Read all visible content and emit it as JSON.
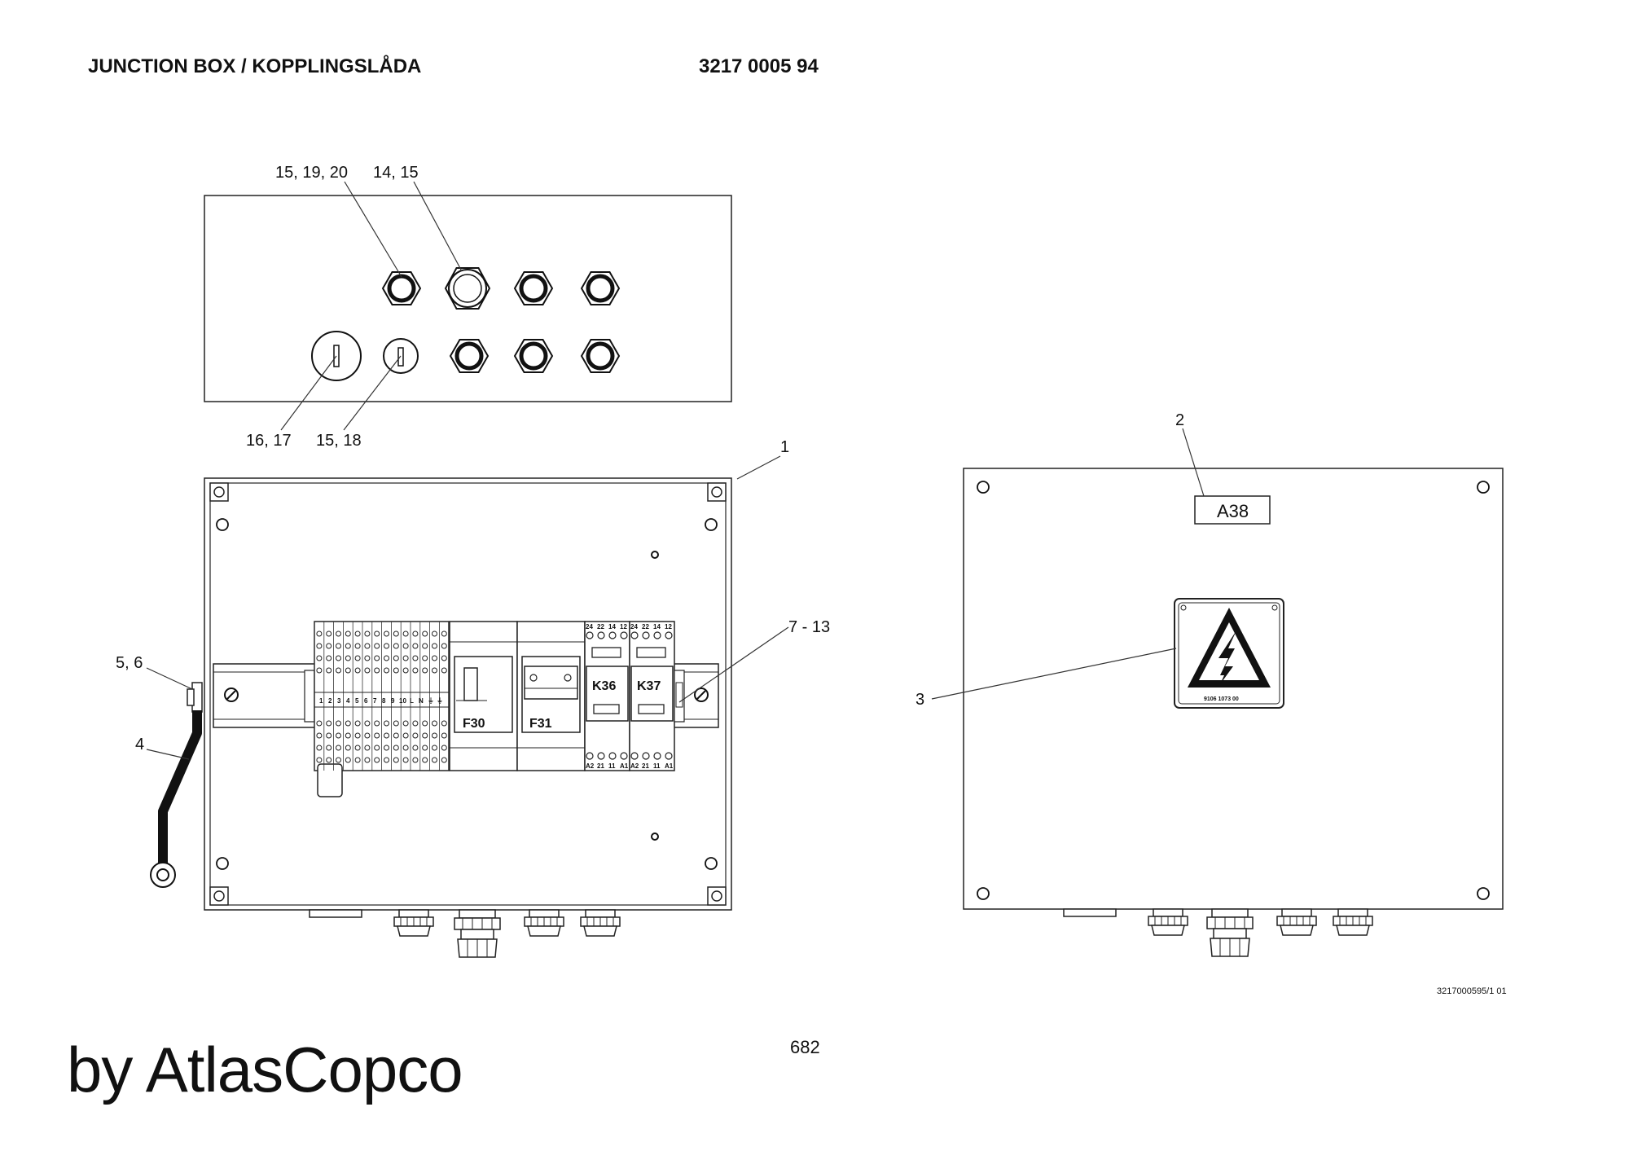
{
  "header": {
    "title": "JUNCTION BOX / KOPPLINGSLÅDA",
    "part_number": "3217 0005 94"
  },
  "callouts": {
    "c1": "1",
    "c2": "2",
    "c3": "3",
    "c4": "4",
    "c5_6": "5, 6",
    "c7_13": "7 - 13",
    "c14_15": "14, 15",
    "c15_18": "15, 18",
    "c15_19_20": "15, 19, 20",
    "c16_17": "16, 17"
  },
  "components": {
    "terminal_numbers": [
      "1",
      "2",
      "3",
      "4",
      "5",
      "6",
      "7",
      "8",
      "9",
      "10",
      "L",
      "N",
      "⏚",
      "⏚"
    ],
    "breaker_f30": "F30",
    "breaker_f31": "F31",
    "contactor_k36": "K36",
    "contactor_k37": "K37",
    "contactor_top_terminals": [
      "24",
      "22",
      "14",
      "12"
    ],
    "contactor_bottom_terminals": [
      "A2",
      "21",
      "11",
      "A1"
    ]
  },
  "back_panel": {
    "label_plate": "A38",
    "warning_sign_code": "9106 1073 00"
  },
  "footer": {
    "drawing_reference": "3217000595/1 01",
    "page_number": "682",
    "brand": "by AtlasCopco"
  }
}
